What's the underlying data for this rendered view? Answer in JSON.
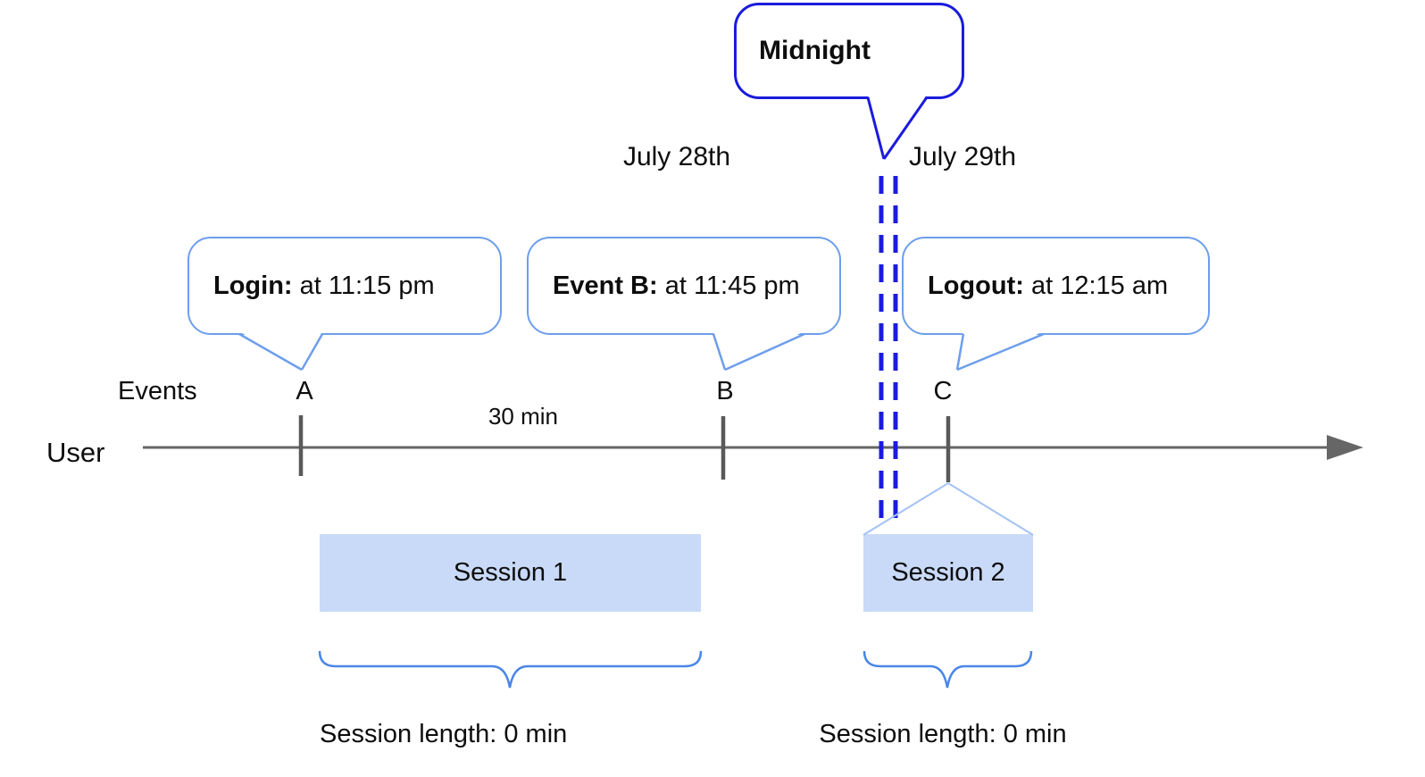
{
  "diagram": {
    "midnight_callout": "Midnight",
    "date_left": "July 28th",
    "date_right": "July 29th",
    "event_callouts": [
      {
        "title": "Login:",
        "detail": " at 11:15 pm"
      },
      {
        "title": "Event B:",
        "detail": " at 11:45 pm"
      },
      {
        "title": "Logout:",
        "detail": " at 12:15 am"
      }
    ],
    "events_row_label": "Events",
    "event_markers": [
      "A",
      "B",
      "C"
    ],
    "interval_label": "30 min",
    "timeline_label": "User",
    "sessions": [
      {
        "label": "Session 1",
        "length": "Session length: 0 min"
      },
      {
        "label": "Session 2",
        "length": "Session length: 0 min"
      }
    ],
    "colors": {
      "accent_dark_blue": "#1b1bdd",
      "callout_border_blue": "#6d9eeb",
      "session_fill": "#c9daf8",
      "funnel_line": "#a4c2f4",
      "brace_blue": "#4a86e8",
      "axis_gray": "#666666",
      "tick_gray": "#595959"
    }
  }
}
